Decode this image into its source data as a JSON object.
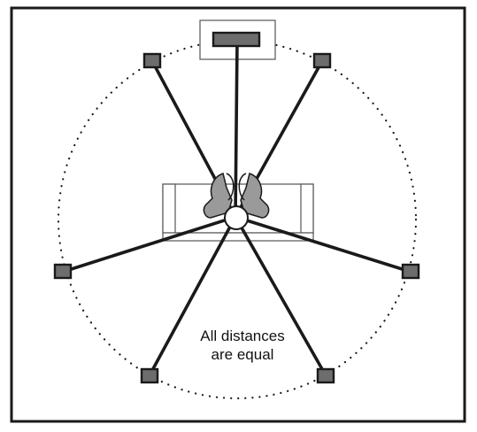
{
  "diagram": {
    "caption": {
      "line1": "All distances",
      "line2": "are equal"
    },
    "colors": {
      "frame": "#1a1a1a",
      "speaker_fill": "#6d6d6d",
      "speaker_stroke": "#1a1a1a",
      "line": "#1a1a1a",
      "listener_fill": "#9a9a9a",
      "dotted_circle": "#1a1a1a",
      "background": "#ffffff"
    },
    "components": {
      "center_speaker": "front-center-speaker",
      "speakers": [
        "front-left-speaker",
        "front-right-speaker",
        "side-left-speaker",
        "side-right-speaker",
        "rear-left-speaker",
        "rear-right-speaker"
      ],
      "listener": "listener-icon",
      "seat": "sofa",
      "equal_distance_circle": "dotted-circle"
    }
  }
}
